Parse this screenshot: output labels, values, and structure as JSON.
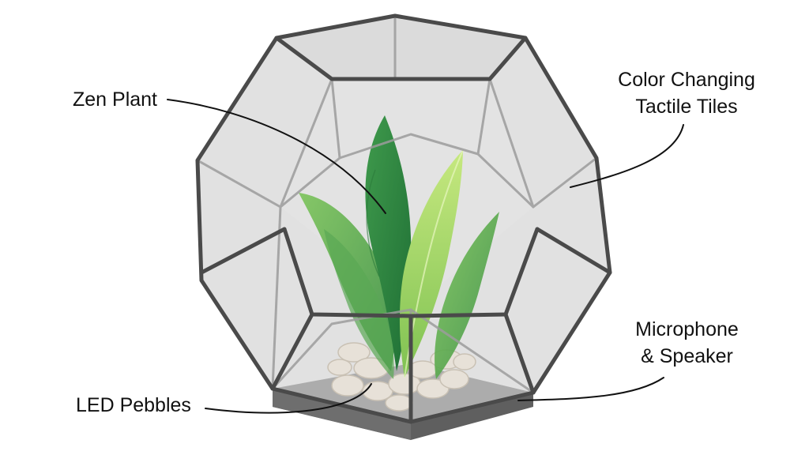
{
  "diagram": {
    "labels": {
      "zen_plant": "Zen Plant",
      "tiles_line1": "Color Changing",
      "tiles_line2": "Tactile Tiles",
      "mic_line1": "Microphone",
      "mic_line2": "& Speaker",
      "pebbles": "LED Pebbles"
    }
  }
}
